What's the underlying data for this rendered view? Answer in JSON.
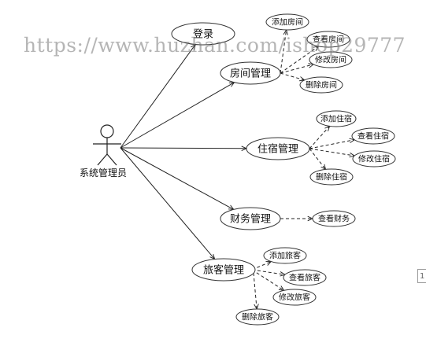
{
  "actor": {
    "label": "系统管理员"
  },
  "login": "登录",
  "modules": [
    {
      "name": "房间管理",
      "children": [
        "添加房间",
        "查看房间",
        "修改房间",
        "删除房间"
      ]
    },
    {
      "name": "住宿管理",
      "children": [
        "添加住宿",
        "查看住宿",
        "修改住宿",
        "删除住宿"
      ]
    },
    {
      "name": "财务管理",
      "children": [
        "查看财务"
      ]
    },
    {
      "name": "旅客管理",
      "children": [
        "添加旅客",
        "查看旅客",
        "修改旅客",
        "删除旅客"
      ]
    }
  ],
  "watermark": "https://www.huzhan.com/ishop29777",
  "edge_marker": "1"
}
